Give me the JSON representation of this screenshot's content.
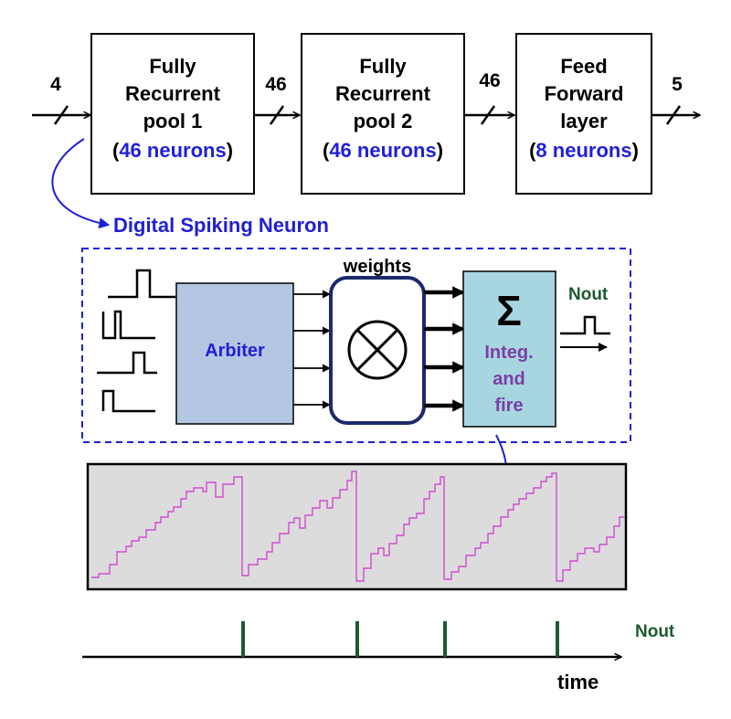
{
  "pipeline": {
    "input_width": "4",
    "blocks": [
      {
        "line1": "Fully",
        "line2": "Recurrent",
        "line3": "pool 1",
        "neurons_open": "(",
        "neurons_count": "46 neurons",
        "neurons_close": ")"
      },
      {
        "line1": "Fully",
        "line2": "Recurrent",
        "line3": "pool 2",
        "neurons_open": "(",
        "neurons_count": "46 neurons",
        "neurons_close": ")"
      },
      {
        "line1": "Feed",
        "line2": "Forward",
        "line3": "layer",
        "neurons_open": "(",
        "neurons_count": "8 neurons",
        "neurons_close": ")"
      }
    ],
    "bus_widths": [
      "46",
      "46",
      "5"
    ]
  },
  "neuron": {
    "title": "Digital Spiking Neuron",
    "arbiter_label": "Arbiter",
    "weights_label": "weights",
    "sum_symbol": "Σ",
    "integ_line1": "Integ.",
    "integ_line2": "and",
    "integ_line3": "fire",
    "output_label": "Nout"
  },
  "timeline": {
    "output_label": "Nout",
    "axis_label": "time"
  },
  "colors": {
    "blue": "#1f1fd8",
    "green": "#1e5a2e",
    "purple": "#7a3ea8",
    "arbiter_fill": "#b3c6e2",
    "integ_fill": "#a8d6e0",
    "plot_bg": "#dcdcdc",
    "trace": "#d24bd2"
  }
}
